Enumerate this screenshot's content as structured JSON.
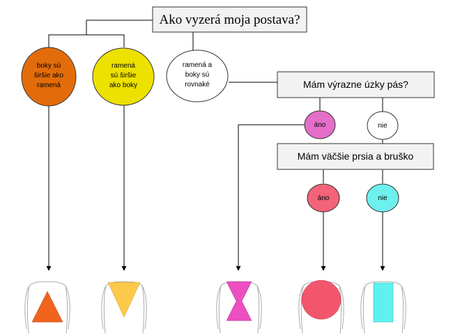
{
  "title": "Ako vyzerá moja postava?",
  "branches": {
    "hips_wider": {
      "lines": [
        "boky sú",
        "širšie ako",
        "ramená"
      ],
      "color": "#e36c0a"
    },
    "shoulders_wider": {
      "lines": [
        "ramená",
        "sú širšie",
        "ako boky"
      ],
      "color": "#ede100"
    },
    "equal": {
      "lines": [
        "ramená a",
        "boky sú",
        "rovnaké"
      ],
      "color": "#ffffff"
    }
  },
  "question_waist": "Mám výrazne úzky pás?",
  "question_bust": "Mám väčšie prsia a bruško",
  "answers": {
    "waist_yes": {
      "label": "áno",
      "color": "#e46ec8"
    },
    "waist_no": {
      "label": "nie",
      "color": "#ffffff"
    },
    "bust_yes": {
      "label": "áno",
      "color": "#f3637a"
    },
    "bust_no": {
      "label": "nie",
      "color": "#6df0ee"
    }
  },
  "shapes": {
    "triangle": {
      "icon": "triangle-body-icon",
      "color": "#f0641e"
    },
    "inverted_triangle": {
      "icon": "inverted-triangle-body-icon",
      "color": "#fcc94a"
    },
    "hourglass": {
      "icon": "hourglass-body-icon",
      "color": "#ec4fbf"
    },
    "round": {
      "icon": "round-body-icon",
      "color": "#f2566c"
    },
    "rectangle": {
      "icon": "rectangle-body-icon",
      "color": "#5ff0f0"
    }
  }
}
